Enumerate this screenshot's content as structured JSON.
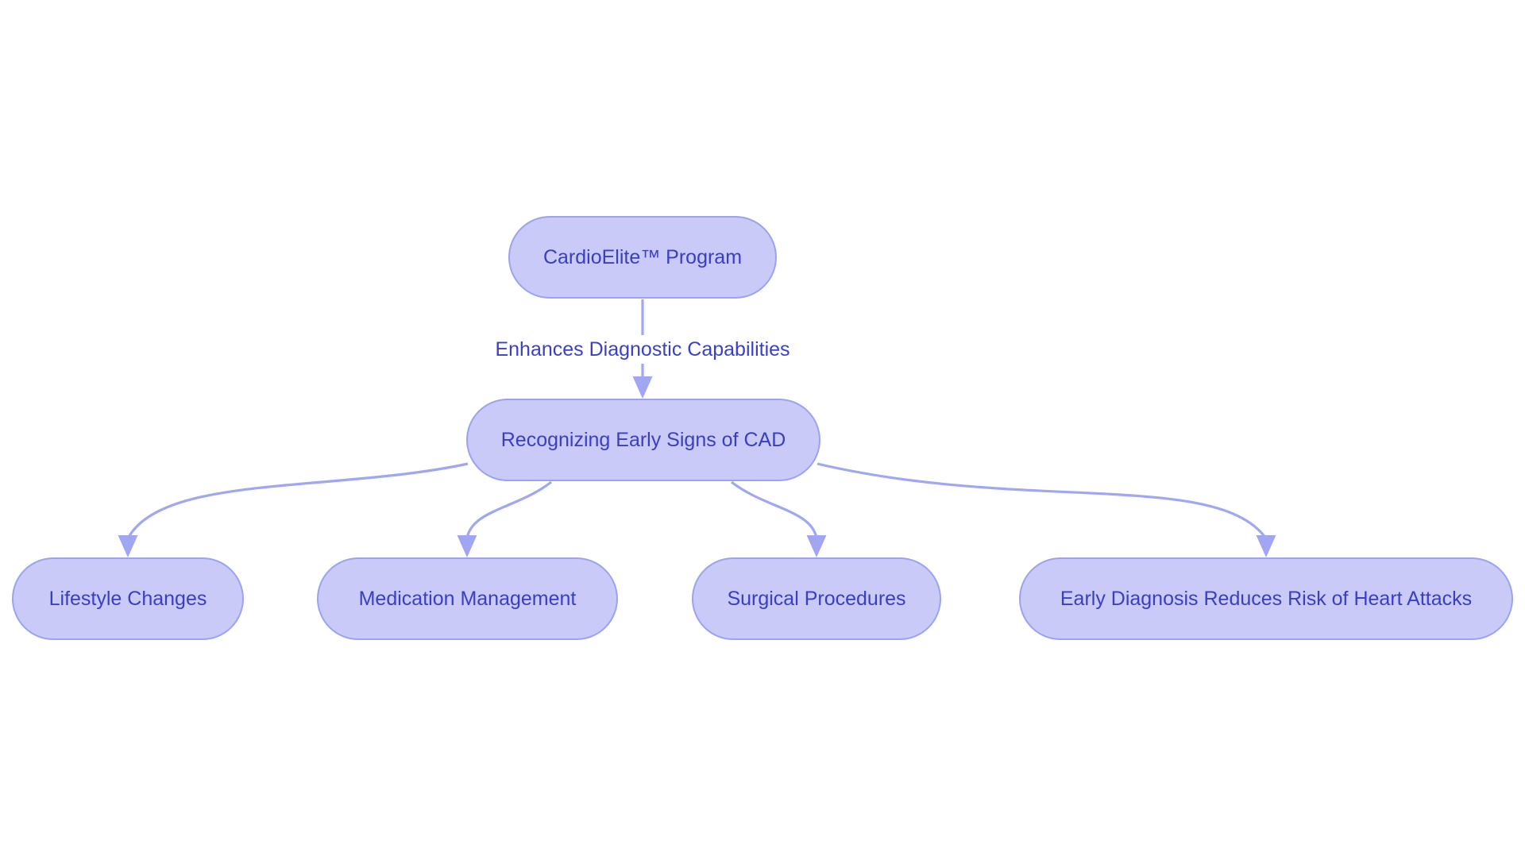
{
  "colors": {
    "background": "#ffffff",
    "node_fill": "#c9caf8",
    "node_border": "#9ba2f0",
    "node_text": "#3a3ec4",
    "edge": "#a0a6f2",
    "edge_label_text": "#3a40c9",
    "edge_label_bg": "#ffffff"
  },
  "nodes": [
    {
      "id": "program",
      "label": "CardioElite™ Program"
    },
    {
      "id": "recognizing",
      "label": "Recognizing Early Signs of CAD"
    },
    {
      "id": "lifestyle",
      "label": "Lifestyle Changes"
    },
    {
      "id": "medication",
      "label": "Medication Management"
    },
    {
      "id": "surgical",
      "label": "Surgical Procedures"
    },
    {
      "id": "early-diagnosis",
      "label": "Early Diagnosis Reduces Risk of Heart Attacks"
    }
  ],
  "edges": [
    {
      "from": "program",
      "to": "recognizing",
      "label": "Enhances Diagnostic Capabilities"
    },
    {
      "from": "recognizing",
      "to": "lifestyle",
      "label": ""
    },
    {
      "from": "recognizing",
      "to": "medication",
      "label": ""
    },
    {
      "from": "recognizing",
      "to": "surgical",
      "label": ""
    },
    {
      "from": "recognizing",
      "to": "early-diagnosis",
      "label": ""
    }
  ]
}
